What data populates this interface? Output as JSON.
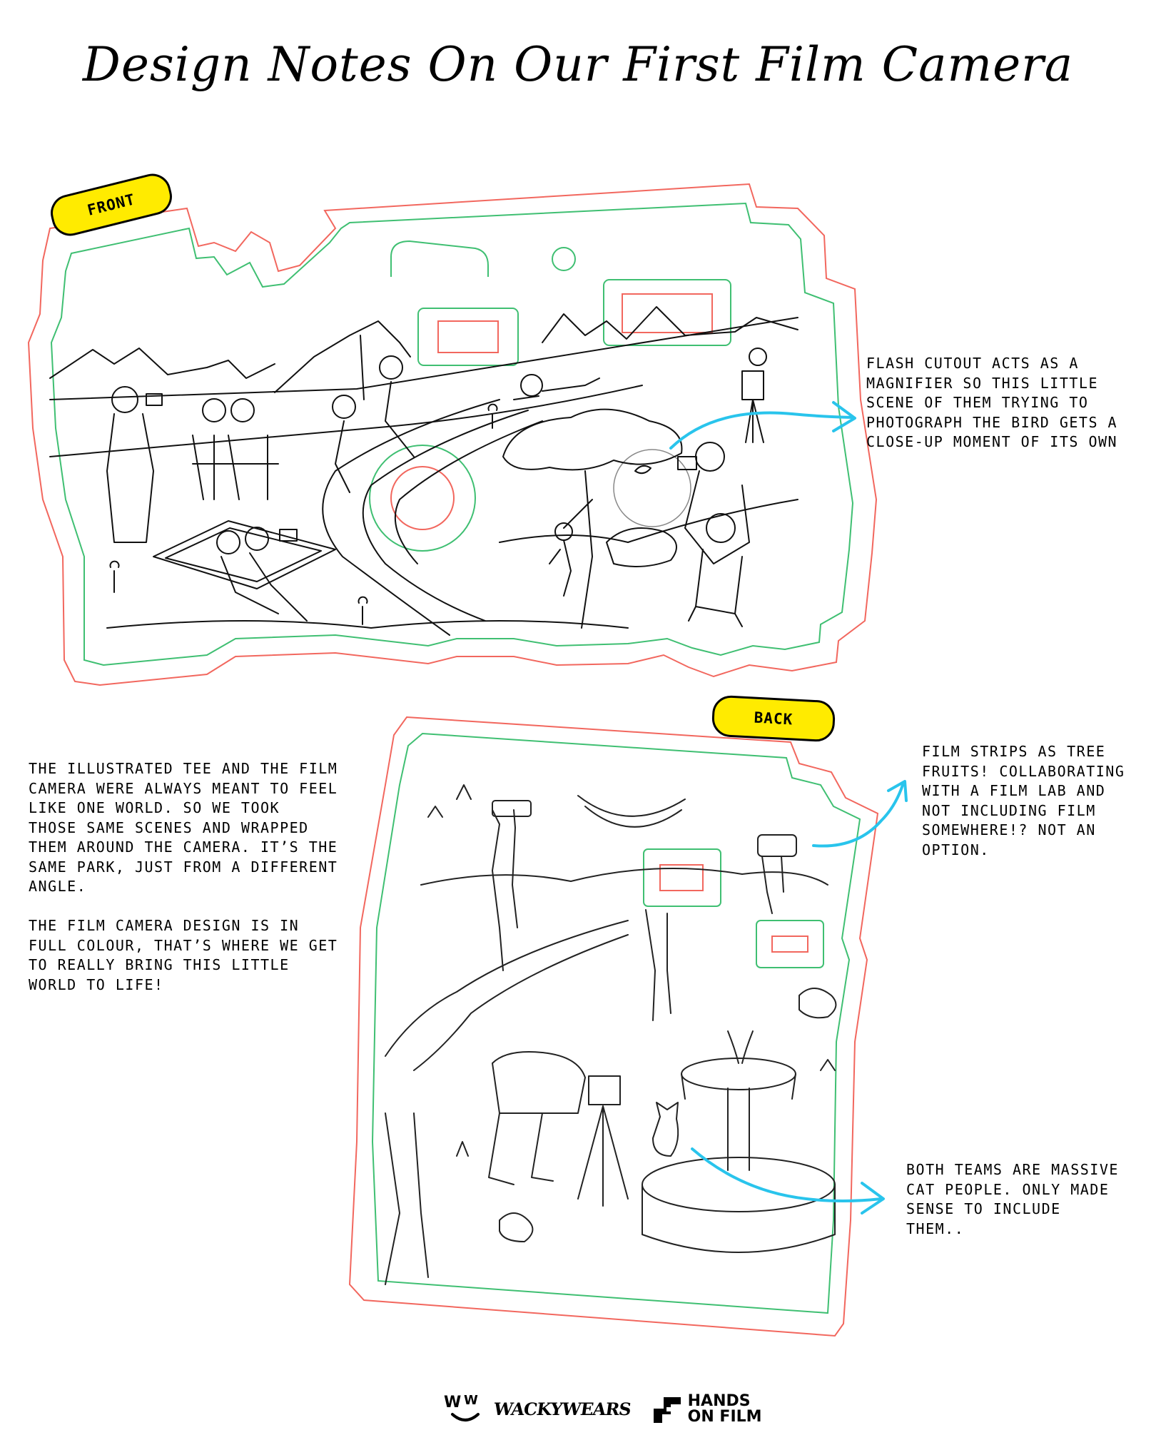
{
  "title": "Design Notes On Our First Film Camera",
  "badges": {
    "front": "FRONT",
    "back": "BACK"
  },
  "notes": {
    "flash": "FLASH CUTOUT ACTS AS A\nMAGNIFIER SO THIS LITTLE\nSCENE OF THEM TRYING TO\nPHOTOGRAPH THE BIRD GETS A\nCLOSE-UP MOMENT OF ITS OWN",
    "tee": "THE ILLUSTRATED TEE AND THE FILM\nCAMERA WERE ALWAYS MEANT TO FEEL\nLIKE ONE WORLD.  SO WE TOOK\nTHOSE SAME SCENES AND WRAPPED\nTHEM AROUND THE CAMERA. IT’S THE\nSAME PARK, JUST FROM A DIFFERENT\nANGLE.\n\nTHE FILM CAMERA DESIGN IS IN\nFULL COLOUR, THAT’S WHERE WE GET\nTO REALLY BRING THIS LITTLE\nWORLD TO LIFE!",
    "film_strips": "FILM STRIPS AS TREE\nFRUITS! COLLABORATING\nWITH A FILM LAB AND\nNOT INCLUDING FILM\nSOMEWHERE!? NOT AN\nOPTION.",
    "cats": "BOTH TEAMS ARE MASSIVE\nCAT PEOPLE. ONLY MADE\nSENSE TO INCLUDE\nTHEM.."
  },
  "logos": {
    "wackywears_mark": "W W",
    "wackywears_name": "WACKYWEARS",
    "hands_on_film_line1": "HANDS",
    "hands_on_film_line2": "ON FILM"
  },
  "colors": {
    "arrow": "#29c4ec",
    "die_line_outer": "#f2675e",
    "die_line_inner": "#3fbf72",
    "badge": "#ffeb00",
    "ink": "#000000"
  }
}
